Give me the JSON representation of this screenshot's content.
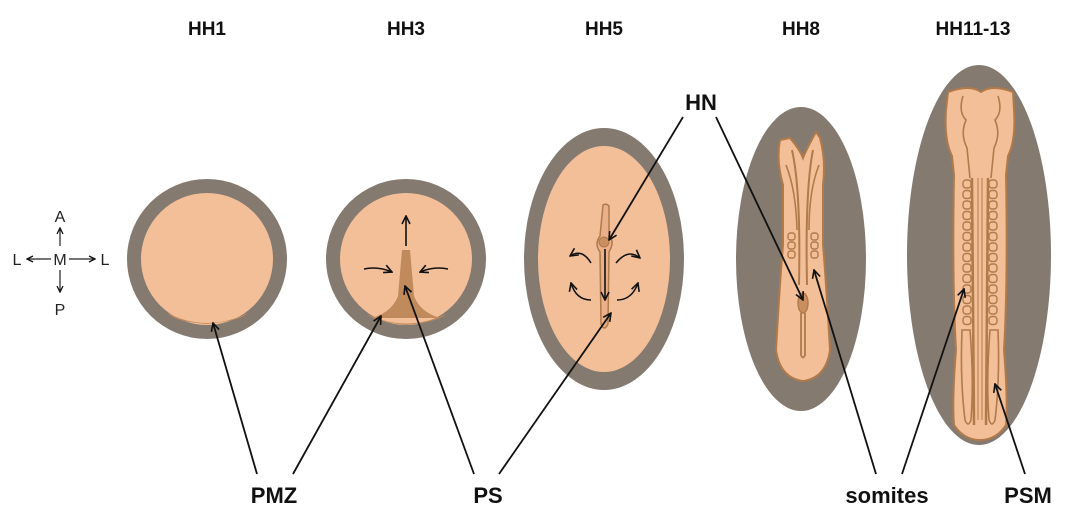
{
  "stages": [
    "HH1",
    "HH3",
    "HH5",
    "HH8",
    "HH11-13"
  ],
  "axes": {
    "anterior": "A",
    "posterior": "P",
    "middle": "M",
    "lateral_left": "L",
    "lateral_right": "L"
  },
  "labels": {
    "pmz": "PMZ",
    "ps": "PS",
    "hn": "HN",
    "somites": "somites",
    "psm": "PSM"
  },
  "colors": {
    "outer_ring": "#857a70",
    "embryo": "#f3bf98",
    "embryo_outline": "#b07a4a",
    "structure": "#c98f60",
    "pmz_fill": "#c08a5c",
    "ink": "#111111"
  }
}
